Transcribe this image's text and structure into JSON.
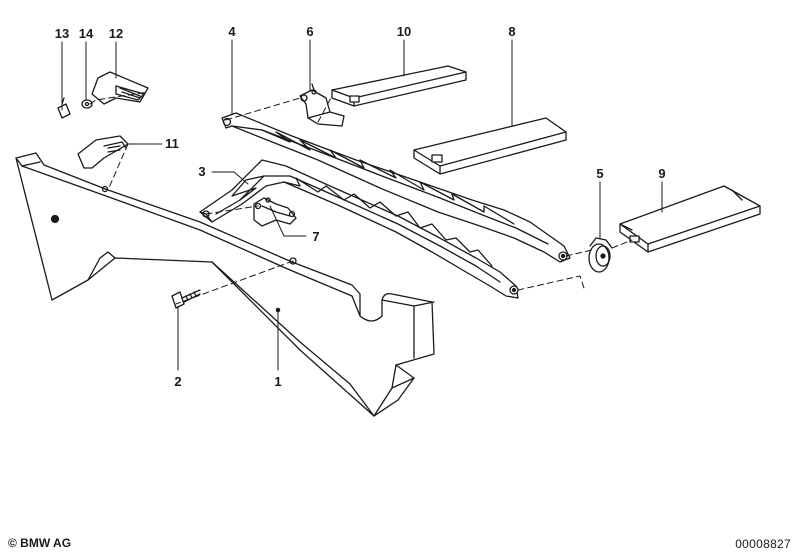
{
  "diagram": {
    "callouts": [
      {
        "id": "c13",
        "label": "13"
      },
      {
        "id": "c14",
        "label": "14"
      },
      {
        "id": "c12",
        "label": "12"
      },
      {
        "id": "c11",
        "label": "11"
      },
      {
        "id": "c4",
        "label": "4"
      },
      {
        "id": "c6",
        "label": "6"
      },
      {
        "id": "c10",
        "label": "10"
      },
      {
        "id": "c8",
        "label": "8"
      },
      {
        "id": "c3",
        "label": "3"
      },
      {
        "id": "c7",
        "label": "7"
      },
      {
        "id": "c5",
        "label": "5"
      },
      {
        "id": "c9",
        "label": "9"
      },
      {
        "id": "c2",
        "label": "2"
      },
      {
        "id": "c1",
        "label": "1"
      }
    ]
  },
  "footer": {
    "copyright": "© BMW AG",
    "doc_number": "00008827"
  }
}
